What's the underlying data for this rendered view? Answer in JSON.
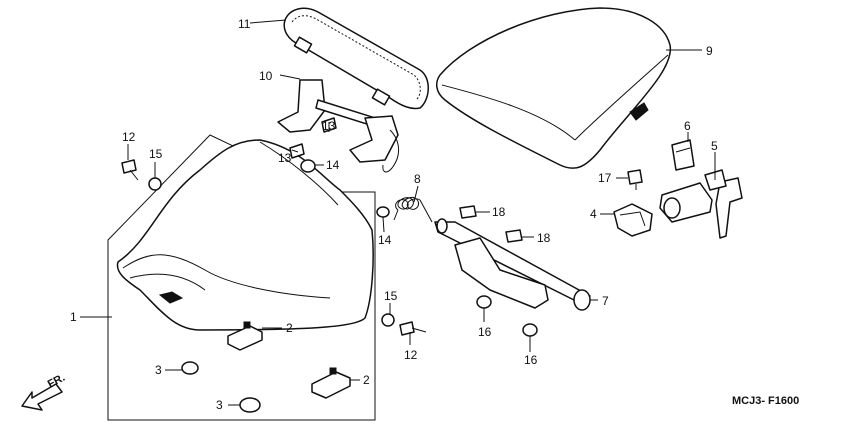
{
  "callouts": [
    {
      "id": "c1",
      "text": "1"
    },
    {
      "id": "c2a",
      "text": "2"
    },
    {
      "id": "c2b",
      "text": "2"
    },
    {
      "id": "c3a",
      "text": "3"
    },
    {
      "id": "c3b",
      "text": "3"
    },
    {
      "id": "c4",
      "text": "4"
    },
    {
      "id": "c5",
      "text": "5"
    },
    {
      "id": "c6",
      "text": "6"
    },
    {
      "id": "c7",
      "text": "7"
    },
    {
      "id": "c8",
      "text": "8"
    },
    {
      "id": "c9",
      "text": "9"
    },
    {
      "id": "c10",
      "text": "10"
    },
    {
      "id": "c11",
      "text": "11"
    },
    {
      "id": "c12a",
      "text": "12"
    },
    {
      "id": "c12b",
      "text": "12"
    },
    {
      "id": "c13a",
      "text": "13"
    },
    {
      "id": "c13b",
      "text": "13"
    },
    {
      "id": "c14a",
      "text": "14"
    },
    {
      "id": "c14b",
      "text": "14"
    },
    {
      "id": "c15a",
      "text": "15"
    },
    {
      "id": "c15b",
      "text": "15"
    },
    {
      "id": "c16a",
      "text": "16"
    },
    {
      "id": "c16b",
      "text": "16"
    },
    {
      "id": "c17",
      "text": "17"
    },
    {
      "id": "c18a",
      "text": "18"
    },
    {
      "id": "c18b",
      "text": "18"
    }
  ],
  "front_indicator": "FR.",
  "diagram_code": "MCJ3- F1600"
}
